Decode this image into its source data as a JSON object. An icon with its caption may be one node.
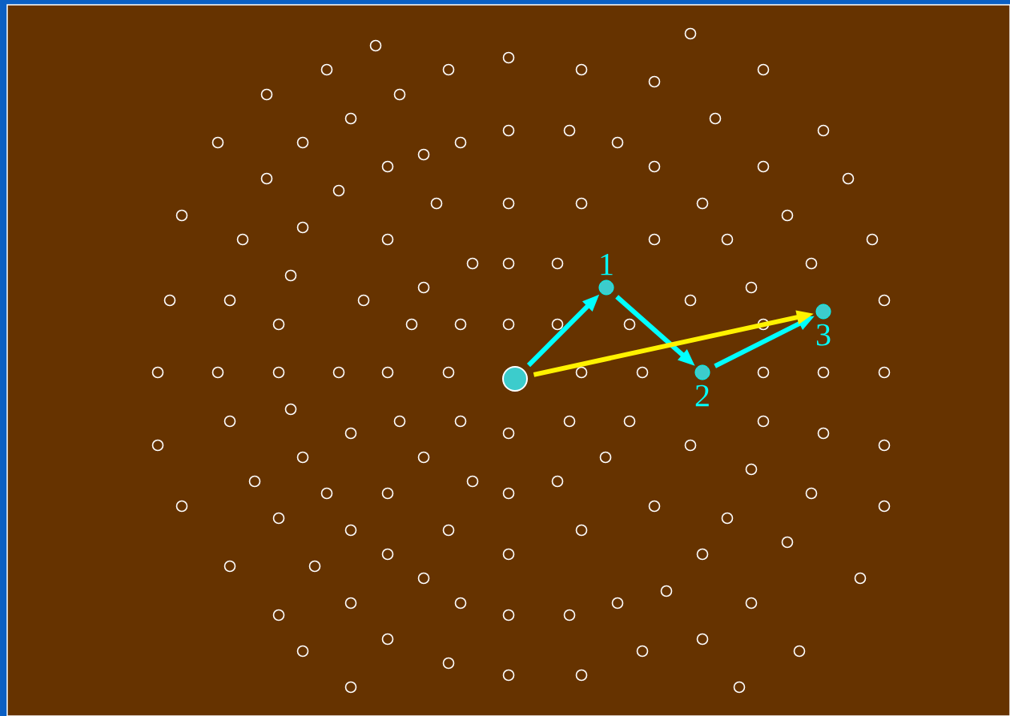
{
  "diagram": {
    "nodes": [
      {
        "text": [],
        "shape": "circle"
      },
      {
        "text": [
          "1"
        ]
      },
      {
        "text": [
          "2"
        ]
      },
      {
        "text": [
          "3"
        ]
      }
    ],
    "edges": [
      {
        "from": 0,
        "to": 1,
        "arrow": "to"
      },
      {
        "from": 1,
        "to": 2,
        "arrow": "to"
      },
      {
        "from": 2,
        "to": 3,
        "arrow": "to"
      },
      {
        "from": 0,
        "to": 3,
        "arrow": "to",
        "color": "#ffff00"
      }
    ]
  }
}
